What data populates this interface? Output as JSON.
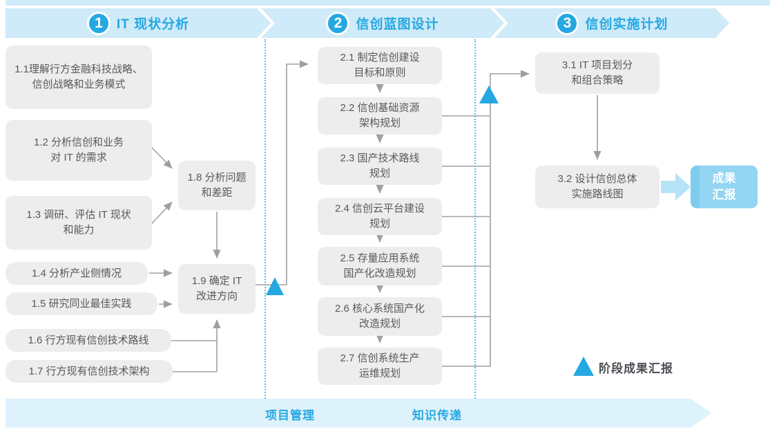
{
  "colors": {
    "accent_blue": "#25a8e2",
    "banner_bg": "#cfeaf8",
    "bottom_banner_bg": "#def2fb",
    "step_box_bg": "#ededee",
    "step_box_text": "#58595b",
    "connector_gray": "#9da0a3",
    "result_box_bg": "#93d5f3",
    "result_arrow": "#b6e3f8",
    "dotted_divider": "#4fc1ef"
  },
  "phases": [
    {
      "number": "1",
      "title": "IT 现状分析"
    },
    {
      "number": "2",
      "title": "信创蓝图设计"
    },
    {
      "number": "3",
      "title": "信创实施计划"
    }
  ],
  "steps": {
    "s1_1": "1.1理解行方金融科技战略、\n信创战略和业务模式",
    "s1_2": "1.2 分析信创和业务\n对 IT 的需求",
    "s1_3": "1.3 调研、评估 IT 现状\n和能力",
    "s1_4": "1.4 分析产业侧情况",
    "s1_5": "1.5 研究同业最佳实践",
    "s1_6": "1.6 行方现有信创技术路线",
    "s1_7": "1.7 行方现有信创技术架构",
    "s1_8": "1.8 分析问题\n和差距",
    "s1_9": "1.9 确定 IT\n改进方向",
    "s2_1": "2.1 制定信创建设\n目标和原则",
    "s2_2": "2.2 信创基础资源\n架构规划",
    "s2_3": "2.3 国产技术路线\n规划",
    "s2_4": "2.4 信创云平台建设\n规划",
    "s2_5": "2.5 存量应用系统\n国产化改造规划",
    "s2_6": "2.6 核心系统国产化\n改造规划",
    "s2_7": "2.7 信创系统生产\n运维规划",
    "s3_1": "3.1 IT 项目划分\n和组合策略",
    "s3_2": "3.2 设计信创总体\n实施路线图"
  },
  "result_box_label": "成果\n汇报",
  "legend": {
    "label": "阶段成果汇报"
  },
  "bottom_banner": {
    "left_label": "项目管理",
    "right_label": "知识传递"
  }
}
